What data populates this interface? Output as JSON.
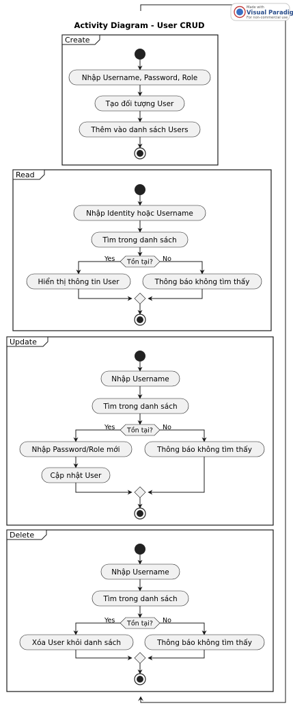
{
  "title": "Activity Diagram - User CRUD",
  "watermark": {
    "line1": "Made with",
    "brand": "Visual Paradigm",
    "line3": "For non-commercial use"
  },
  "create": {
    "label": "Create",
    "steps": [
      "Nhập Username, Password, Role",
      "Tạo đối tượng User",
      "Thêm vào danh sách Users"
    ]
  },
  "read": {
    "label": "Read",
    "steps": [
      "Nhập Identity hoặc Username",
      "Tìm trong danh sách"
    ],
    "decision": "Tồn tại?",
    "yes": "Yes",
    "no": "No",
    "yes_action": "Hiển thị thông tin User",
    "no_action": "Thông báo không tìm thấy"
  },
  "update": {
    "label": "Update",
    "steps": [
      "Nhập Username",
      "Tìm trong danh sách"
    ],
    "decision": "Tồn tại?",
    "yes": "Yes",
    "no": "No",
    "yes_actions": [
      "Nhập Password/Role mới",
      "Cập nhật User"
    ],
    "no_action": "Thông báo không tìm thấy"
  },
  "delete": {
    "label": "Delete",
    "steps": [
      "Nhập Username",
      "Tìm trong danh sách"
    ],
    "decision": "Tồn tại?",
    "yes": "Yes",
    "no": "No",
    "yes_action": "Xóa User khỏi danh sách",
    "no_action": "Thông báo không tìm thấy"
  }
}
